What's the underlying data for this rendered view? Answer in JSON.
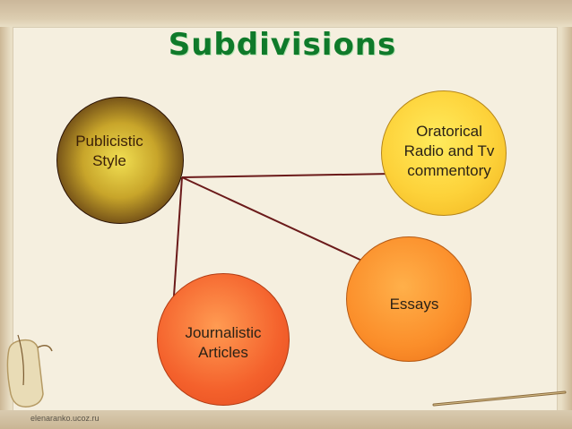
{
  "title": "Subdivisions",
  "nodes": {
    "publicistic": "Publicistic\nStyle",
    "oratorical": "Oratorical\nRadio and Tv\ncommentory",
    "essays": "Essays",
    "journalistic": "Journalistic\nArticles"
  },
  "watermark": "elenaranko.ucoz.ru",
  "colors": {
    "title": "#0f7a2a",
    "connector": "#6b1a1a",
    "oratorical": "#fdd23a",
    "essays": "#fb8e2a",
    "journalistic": "#f4612c",
    "publicistic": "#6d4a16"
  },
  "icons": [
    "scroll-icon",
    "quill-pen-icon"
  ]
}
